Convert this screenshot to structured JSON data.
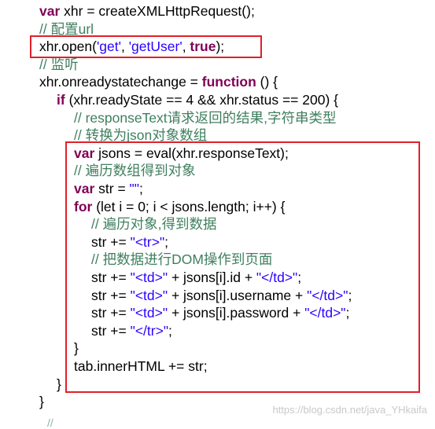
{
  "code_lines": [
    {
      "indent": 0,
      "tokens": [
        {
          "t": "var",
          "k": "kw"
        },
        {
          "t": " xhr = createXMLHttpRequest();",
          "k": "plain"
        }
      ]
    },
    {
      "indent": 0,
      "tokens": [
        {
          "t": "// 配置url",
          "k": "cmt"
        }
      ]
    },
    {
      "indent": 0,
      "tokens": [
        {
          "t": "xhr.open(",
          "k": "plain"
        },
        {
          "t": "'get'",
          "k": "str"
        },
        {
          "t": ", ",
          "k": "plain"
        },
        {
          "t": "'getUser'",
          "k": "str"
        },
        {
          "t": ", ",
          "k": "plain"
        },
        {
          "t": "true",
          "k": "kw"
        },
        {
          "t": ");",
          "k": "plain"
        }
      ]
    },
    {
      "indent": 0,
      "tokens": [
        {
          "t": "// 监听",
          "k": "cmt"
        }
      ]
    },
    {
      "indent": 0,
      "tokens": [
        {
          "t": "xhr.onreadystatechange = ",
          "k": "plain"
        },
        {
          "t": "function",
          "k": "kw"
        },
        {
          "t": " () {",
          "k": "plain"
        }
      ]
    },
    {
      "indent": 1,
      "tokens": [
        {
          "t": "if",
          "k": "kw"
        },
        {
          "t": " (xhr.readyState == 4 && xhr.status == 200) {",
          "k": "plain"
        }
      ]
    },
    {
      "indent": 2,
      "tokens": [
        {
          "t": "// responseText请求返回的结果,字符串类型",
          "k": "cmt"
        }
      ]
    },
    {
      "indent": 2,
      "tokens": [
        {
          "t": "// 转换为json对象数组",
          "k": "cmt"
        }
      ]
    },
    {
      "indent": 2,
      "tokens": [
        {
          "t": "var",
          "k": "kw"
        },
        {
          "t": " jsons = eval(xhr.responseText);",
          "k": "plain"
        }
      ]
    },
    {
      "indent": 2,
      "tokens": [
        {
          "t": "// 遍历数组得到对象",
          "k": "cmt"
        }
      ]
    },
    {
      "indent": 2,
      "tokens": [
        {
          "t": "var",
          "k": "kw"
        },
        {
          "t": " str = ",
          "k": "plain"
        },
        {
          "t": "\"\"",
          "k": "str"
        },
        {
          "t": ";",
          "k": "plain"
        }
      ]
    },
    {
      "indent": 2,
      "tokens": [
        {
          "t": "for",
          "k": "kw"
        },
        {
          "t": " (let i = 0; i < jsons.length; i++) {",
          "k": "plain"
        }
      ]
    },
    {
      "indent": 3,
      "tokens": [
        {
          "t": "// 遍历对象,得到数据",
          "k": "cmt"
        }
      ]
    },
    {
      "indent": 3,
      "tokens": [
        {
          "t": "str += ",
          "k": "plain"
        },
        {
          "t": "\"<tr>\"",
          "k": "str"
        },
        {
          "t": ";",
          "k": "plain"
        }
      ]
    },
    {
      "indent": 3,
      "tokens": [
        {
          "t": "// 把数据进行DOM操作到页面",
          "k": "cmt"
        }
      ]
    },
    {
      "indent": 3,
      "tokens": [
        {
          "t": "str += ",
          "k": "plain"
        },
        {
          "t": "\"<td>\"",
          "k": "str"
        },
        {
          "t": " + jsons[i].id + ",
          "k": "plain"
        },
        {
          "t": "\"</td>\"",
          "k": "str"
        },
        {
          "t": ";",
          "k": "plain"
        }
      ]
    },
    {
      "indent": 3,
      "tokens": [
        {
          "t": "str += ",
          "k": "plain"
        },
        {
          "t": "\"<td>\"",
          "k": "str"
        },
        {
          "t": " + jsons[i].username + ",
          "k": "plain"
        },
        {
          "t": "\"</td>\"",
          "k": "str"
        },
        {
          "t": ";",
          "k": "plain"
        }
      ]
    },
    {
      "indent": 3,
      "tokens": [
        {
          "t": "str += ",
          "k": "plain"
        },
        {
          "t": "\"<td>\"",
          "k": "str"
        },
        {
          "t": " + jsons[i].password + ",
          "k": "plain"
        },
        {
          "t": "\"</td>\"",
          "k": "str"
        },
        {
          "t": ";",
          "k": "plain"
        }
      ]
    },
    {
      "indent": 3,
      "tokens": [
        {
          "t": "str += ",
          "k": "plain"
        },
        {
          "t": "\"</tr>\"",
          "k": "str"
        },
        {
          "t": ";",
          "k": "plain"
        }
      ]
    },
    {
      "indent": 2,
      "tokens": [
        {
          "t": "}",
          "k": "plain"
        }
      ]
    },
    {
      "indent": 2,
      "tokens": [
        {
          "t": "tab.innerHTML += str;",
          "k": "plain"
        }
      ]
    },
    {
      "indent": 1,
      "tokens": [
        {
          "t": "}",
          "k": "plain"
        }
      ]
    },
    {
      "indent": 0,
      "tokens": [
        {
          "t": "}",
          "k": "plain"
        }
      ]
    }
  ],
  "watermark": "https://blog.csdn.net/java_YHkaifa",
  "colors": {
    "keyword": "#7f0055",
    "string": "#2a00ff",
    "comment": "#3f7f5f",
    "highlight_box": "#e0202a"
  }
}
